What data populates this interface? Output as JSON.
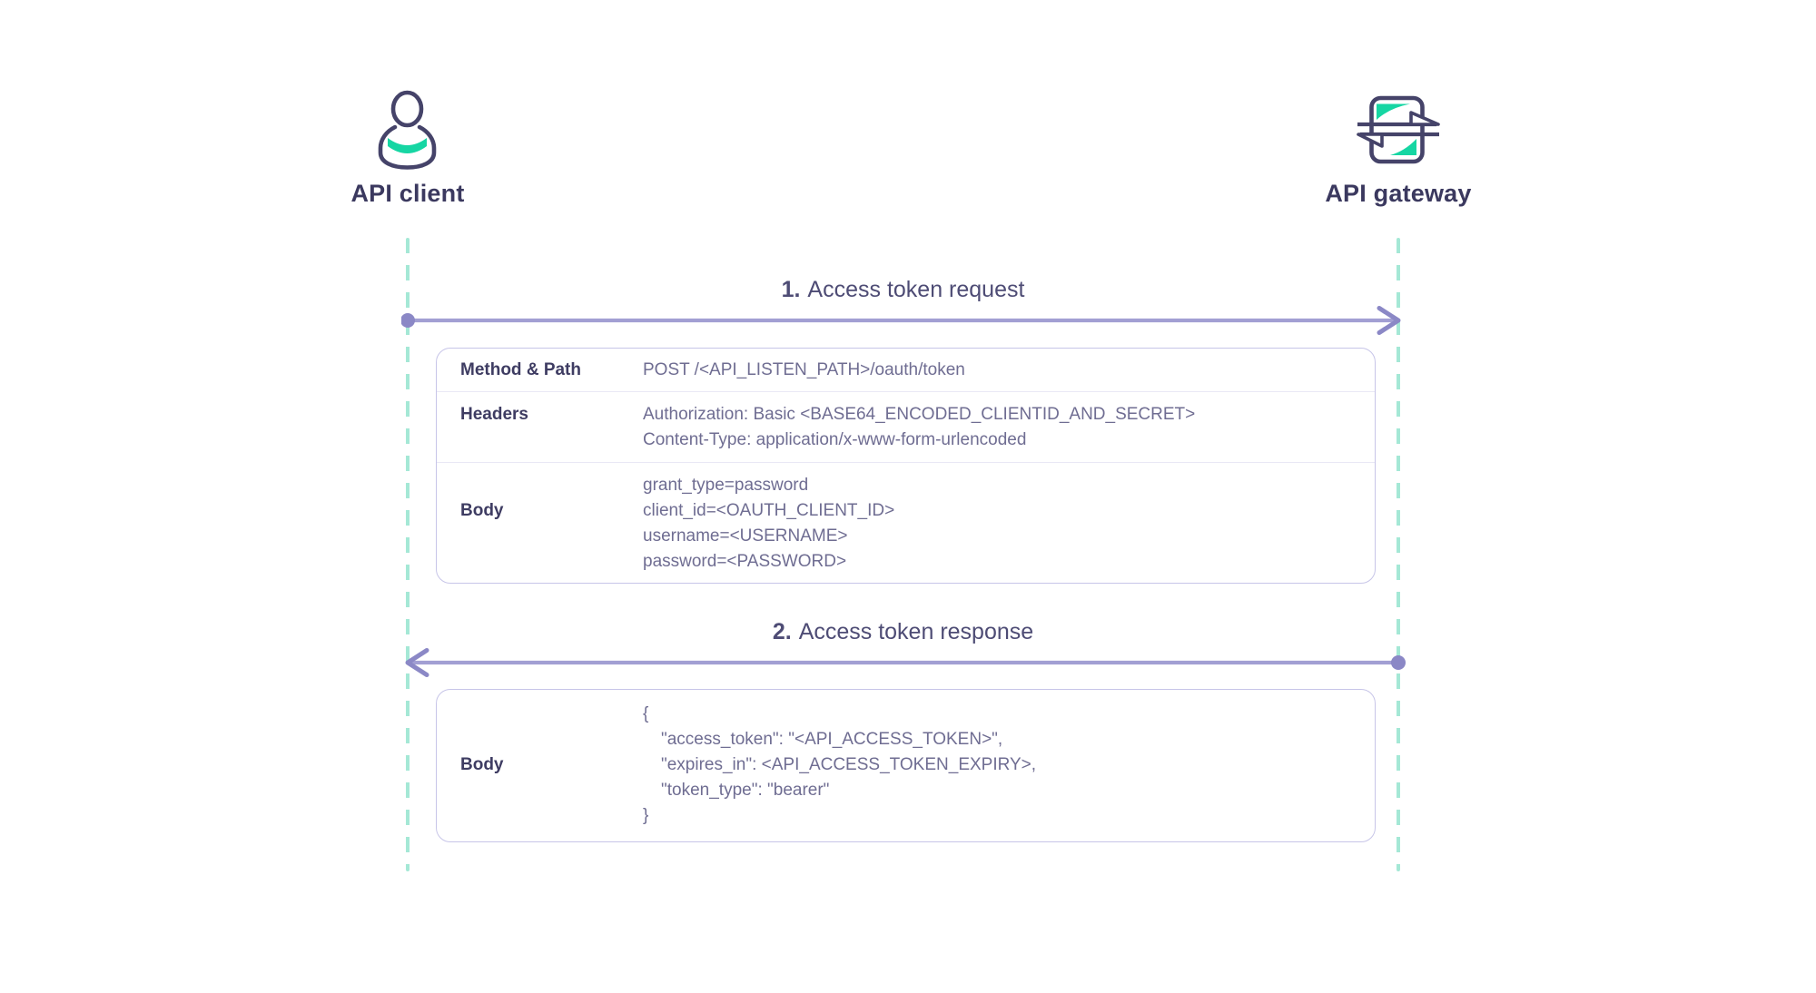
{
  "diagram": {
    "type": "sequence",
    "actors": [
      {
        "id": "api-client",
        "label": "API client",
        "icon": "user-icon"
      },
      {
        "id": "api-gateway",
        "label": "API gateway",
        "icon": "gateway-swap-icon"
      }
    ],
    "messages": [
      {
        "number": "1.",
        "label": "Access token request",
        "from": "api-client",
        "to": "api-gateway",
        "direction": "right"
      },
      {
        "number": "2.",
        "label": "Access token response",
        "from": "api-gateway",
        "to": "api-client",
        "direction": "left"
      }
    ],
    "tables": [
      {
        "name": "access-token-request-details",
        "rows": [
          {
            "label": "Method & Path",
            "lines": [
              "POST /<API_LISTEN_PATH>/oauth/token"
            ]
          },
          {
            "label": "Headers",
            "lines": [
              "Authorization: Basic <BASE64_ENCODED_CLIENTID_AND_SECRET>",
              "Content-Type: application/x-www-form-urlencoded"
            ]
          },
          {
            "label": "Body",
            "lines": [
              "grant_type=password",
              "client_id=<OAUTH_CLIENT_ID>",
              "username=<USERNAME>",
              "password=<PASSWORD>"
            ]
          }
        ]
      },
      {
        "name": "access-token-response-details",
        "rows": [
          {
            "label": "Body",
            "lines": [
              "{",
              "\"access_token\": \"<API_ACCESS_TOKEN>\",",
              "\"expires_in\": <API_ACCESS_TOKEN_EXPIRY>,",
              "\"token_type\": \"bearer\"",
              "}"
            ]
          }
        ]
      }
    ],
    "colors": {
      "actor_label": "#3b395f",
      "heading_text": "#4e4c75",
      "row_label": "#3e3c62",
      "value_text": "#6f6d92",
      "arrow_line": "#a29fd3",
      "arrow_accent": "#8b88c6",
      "lifeline": "#a5e8d6",
      "teal_accent": "#16d6a3",
      "icon_stroke": "#454369",
      "table_border": "#c7c5e8",
      "row_separator": "#e9e8f5"
    }
  }
}
